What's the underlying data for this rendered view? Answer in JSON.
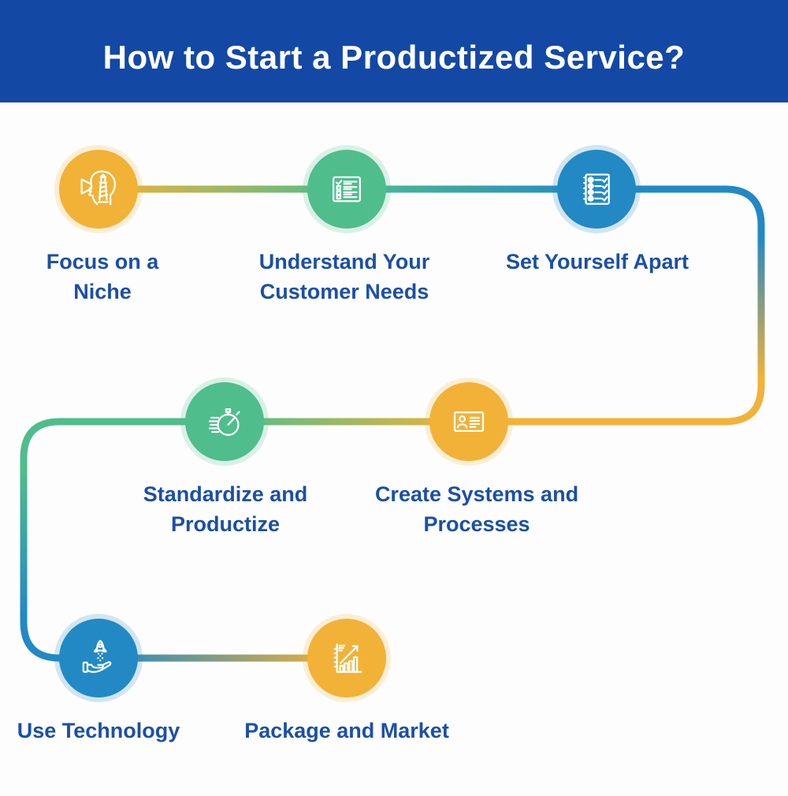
{
  "header": {
    "title": "How to Start a Productized Service?",
    "background_color": "#1348a5",
    "text_color": "#ffffff"
  },
  "palette": {
    "accent_yellow": "#f2b237",
    "accent_green": "#4fbd8c",
    "accent_blue": "#2289c5",
    "label_blue": "#1b4fa8",
    "background": "#fdfdfd"
  },
  "steps": [
    {
      "label": "Focus on a Niche",
      "icon": "megaphone-lighthouse-head-icon",
      "circle_color": "#f2b237"
    },
    {
      "label": "Understand Your Customer Needs",
      "icon": "checklist-icon",
      "circle_color": "#4fbd8c"
    },
    {
      "label": "Set Yourself Apart",
      "icon": "list-checks-icon",
      "circle_color": "#2289c5"
    },
    {
      "label": "Standardize and Productize",
      "icon": "stopwatch-icon",
      "circle_color": "#4fbd8c"
    },
    {
      "label": "Create Systems and Processes",
      "icon": "id-card-icon",
      "circle_color": "#f2b237"
    },
    {
      "label": "Use Technology",
      "icon": "rocket-hand-icon",
      "circle_color": "#2289c5"
    },
    {
      "label": "Package and Market",
      "icon": "growth-chart-icon",
      "circle_color": "#f2b237"
    }
  ]
}
